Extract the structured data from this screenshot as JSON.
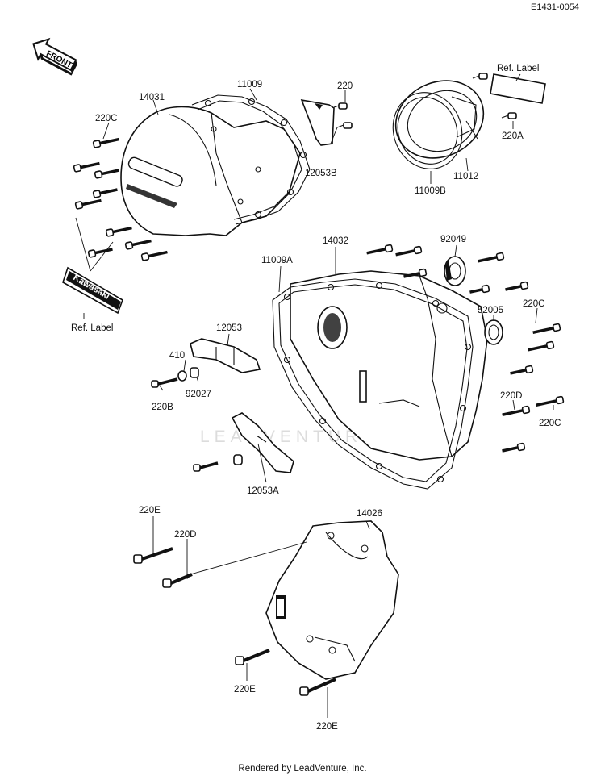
{
  "diagram_code": "E1431-0054",
  "front_arrow": "FRONT",
  "emblem_text": "Kawasaki",
  "watermark": "LEADVENTURE",
  "footer": "Rendered by LeadVenture, Inc.",
  "labels": {
    "p14031": "14031",
    "p11009": "11009",
    "p220_top": "220",
    "p12053B": "12053B",
    "p220C_left": "220C",
    "ref_label_top": "Ref.  Label",
    "p220A": "220A",
    "p11012": "11012",
    "p11009B": "11009B",
    "ref_label_left": "Ref.  Label",
    "p14032": "14032",
    "p11009A": "11009A",
    "p92049": "92049",
    "p52005": "52005",
    "p220C_right1": "220C",
    "p12053": "12053",
    "p410": "410",
    "p92027": "92027",
    "p220B": "220B",
    "p220D_right": "220D",
    "p220C_right2": "220C",
    "p12053A": "12053A",
    "p220E_top": "220E",
    "p220D_low": "220D",
    "p14026": "14026",
    "p220E_mid": "220E",
    "p220E_bottom": "220E"
  }
}
